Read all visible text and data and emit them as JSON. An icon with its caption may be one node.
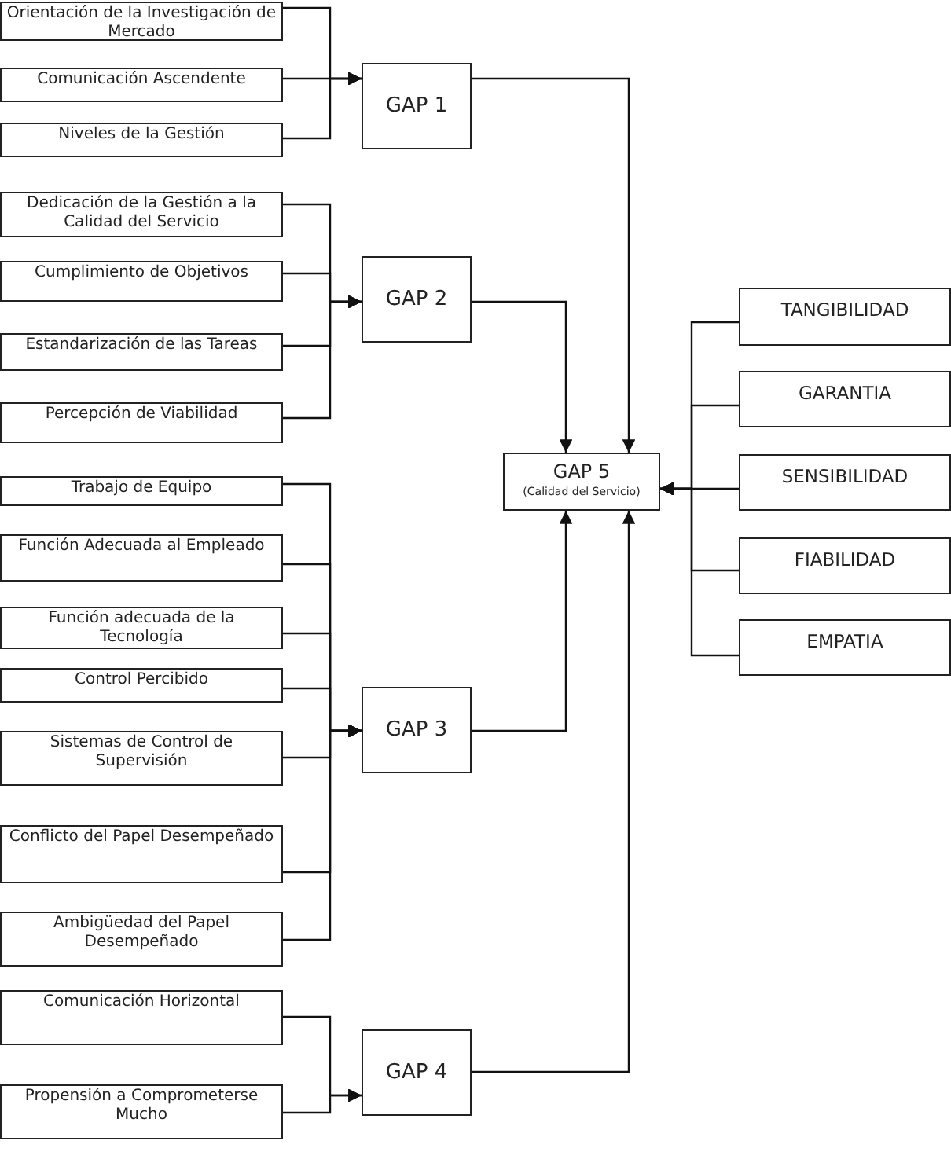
{
  "diagram": {
    "nodes": [
      {
        "text": [
          "Orientación de la Investigación de Mercado"
        ]
      },
      {
        "text": [
          "Comunicación Ascendente"
        ]
      },
      {
        "text": [
          "Niveles de la Gestión"
        ]
      },
      {
        "text": [
          "GAP 1"
        ]
      },
      {
        "text": [
          "Dedicación de la Gestión a la Calidad del Servicio"
        ]
      },
      {
        "text": [
          "Cumplimiento de Objetivos"
        ]
      },
      {
        "text": [
          "Estandarización de las Tareas"
        ]
      },
      {
        "text": [
          "Percepción de  Viabilidad"
        ]
      },
      {
        "text": [
          "GAP 2"
        ]
      },
      {
        "text": [
          "Trabajo de Equipo"
        ]
      },
      {
        "text": [
          "Función Adecuada al Empleado"
        ]
      },
      {
        "text": [
          "Función adecuada de la Tecnología"
        ]
      },
      {
        "text": [
          "Control Percibido"
        ]
      },
      {
        "text": [
          "Sistemas de Control de Supervisión"
        ]
      },
      {
        "text": [
          "Conflicto del Papel Desempeñado"
        ]
      },
      {
        "text": [
          "Ambigüedad del Papel Desempeñado"
        ]
      },
      {
        "text": [
          "GAP 3"
        ]
      },
      {
        "text": [
          "Comunicación Horizontal"
        ]
      },
      {
        "text": [
          "Propensión a Comprometerse Mucho"
        ]
      },
      {
        "text": [
          "GAP 4"
        ]
      },
      {
        "text": [
          "GAP  5",
          "(Calidad del Servicio)"
        ]
      },
      {
        "text": [
          "TANGIBILIDAD"
        ]
      },
      {
        "text": [
          "GARANTIA"
        ]
      },
      {
        "text": [
          "SENSIBILIDAD"
        ]
      },
      {
        "text": [
          "FIABILIDAD"
        ]
      },
      {
        "text": [
          "EMPATIA"
        ]
      }
    ],
    "edges": [
      {
        "from": 0,
        "to": 3,
        "arrow": "to"
      },
      {
        "from": 1,
        "to": 3,
        "arrow": "to"
      },
      {
        "from": 2,
        "to": 3,
        "arrow": "to"
      },
      {
        "from": 4,
        "to": 8,
        "arrow": "to"
      },
      {
        "from": 5,
        "to": 8,
        "arrow": "to"
      },
      {
        "from": 6,
        "to": 8,
        "arrow": "to"
      },
      {
        "from": 7,
        "to": 8,
        "arrow": "to"
      },
      {
        "from": 9,
        "to": 16,
        "arrow": "to"
      },
      {
        "from": 10,
        "to": 16,
        "arrow": "to"
      },
      {
        "from": 11,
        "to": 16,
        "arrow": "to"
      },
      {
        "from": 12,
        "to": 16,
        "arrow": "to"
      },
      {
        "from": 13,
        "to": 16,
        "arrow": "to"
      },
      {
        "from": 14,
        "to": 16,
        "arrow": "to"
      },
      {
        "from": 15,
        "to": 16,
        "arrow": "to"
      },
      {
        "from": 17,
        "to": 19,
        "arrow": "to"
      },
      {
        "from": 18,
        "to": 19,
        "arrow": "to"
      },
      {
        "from": 3,
        "to": 20,
        "arrow": "to"
      },
      {
        "from": 8,
        "to": 20,
        "arrow": "to"
      },
      {
        "from": 16,
        "to": 20,
        "arrow": "to"
      },
      {
        "from": 19,
        "to": 20,
        "arrow": "to"
      },
      {
        "from": 21,
        "to": 20,
        "arrow": "to"
      },
      {
        "from": 22,
        "to": 20,
        "arrow": "to"
      },
      {
        "from": 23,
        "to": 20,
        "arrow": "to"
      },
      {
        "from": 24,
        "to": 20,
        "arrow": "to"
      },
      {
        "from": 25,
        "to": 20,
        "arrow": "to"
      }
    ]
  }
}
